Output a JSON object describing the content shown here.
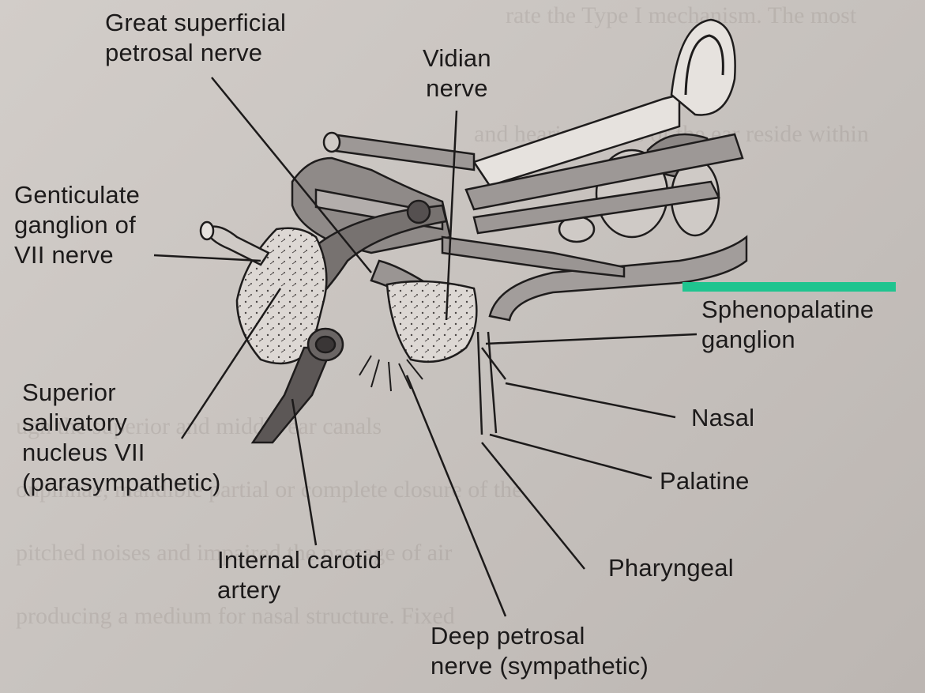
{
  "labels": {
    "great_superficial": "Great superficial\npetrosal nerve",
    "vidian": "Vidian\nnerve",
    "geniculate": "Genticulate\nganglion of\nVII nerve",
    "superior_salivatory": "Superior\nsalivatory\nnucleus VII\n(parasympathetic)",
    "internal_carotid": "Internal carotid\nartery",
    "deep_petrosal": "Deep petrosal\nnerve (sympathetic)",
    "pharyngeal": "Pharyngeal",
    "palatine": "Palatine",
    "nasal": "Nasal",
    "sphenopalatine": "Sphenopalatine\nganglion"
  },
  "colors": {
    "highlight": "#1fc48f",
    "ink": "#1c1a1a",
    "structure_fill": "#8f8a88"
  }
}
